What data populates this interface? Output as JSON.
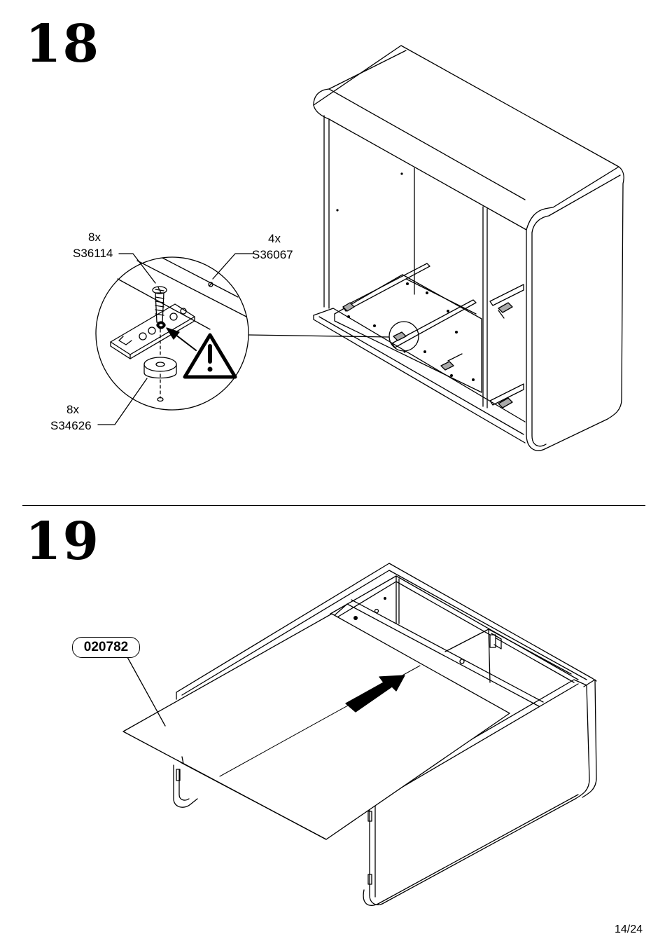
{
  "steps": [
    {
      "number": "18",
      "callouts": [
        {
          "qty": "8x",
          "part": "S36114"
        },
        {
          "qty": "4x",
          "part": "S36067"
        },
        {
          "qty": "8x",
          "part": "S34626"
        }
      ],
      "warning_symbol": "!"
    },
    {
      "number": "19",
      "part_badge": "020782"
    }
  ],
  "icons": [
    "warning-triangle-icon",
    "insert-arrow-icon"
  ],
  "page": "14/24"
}
